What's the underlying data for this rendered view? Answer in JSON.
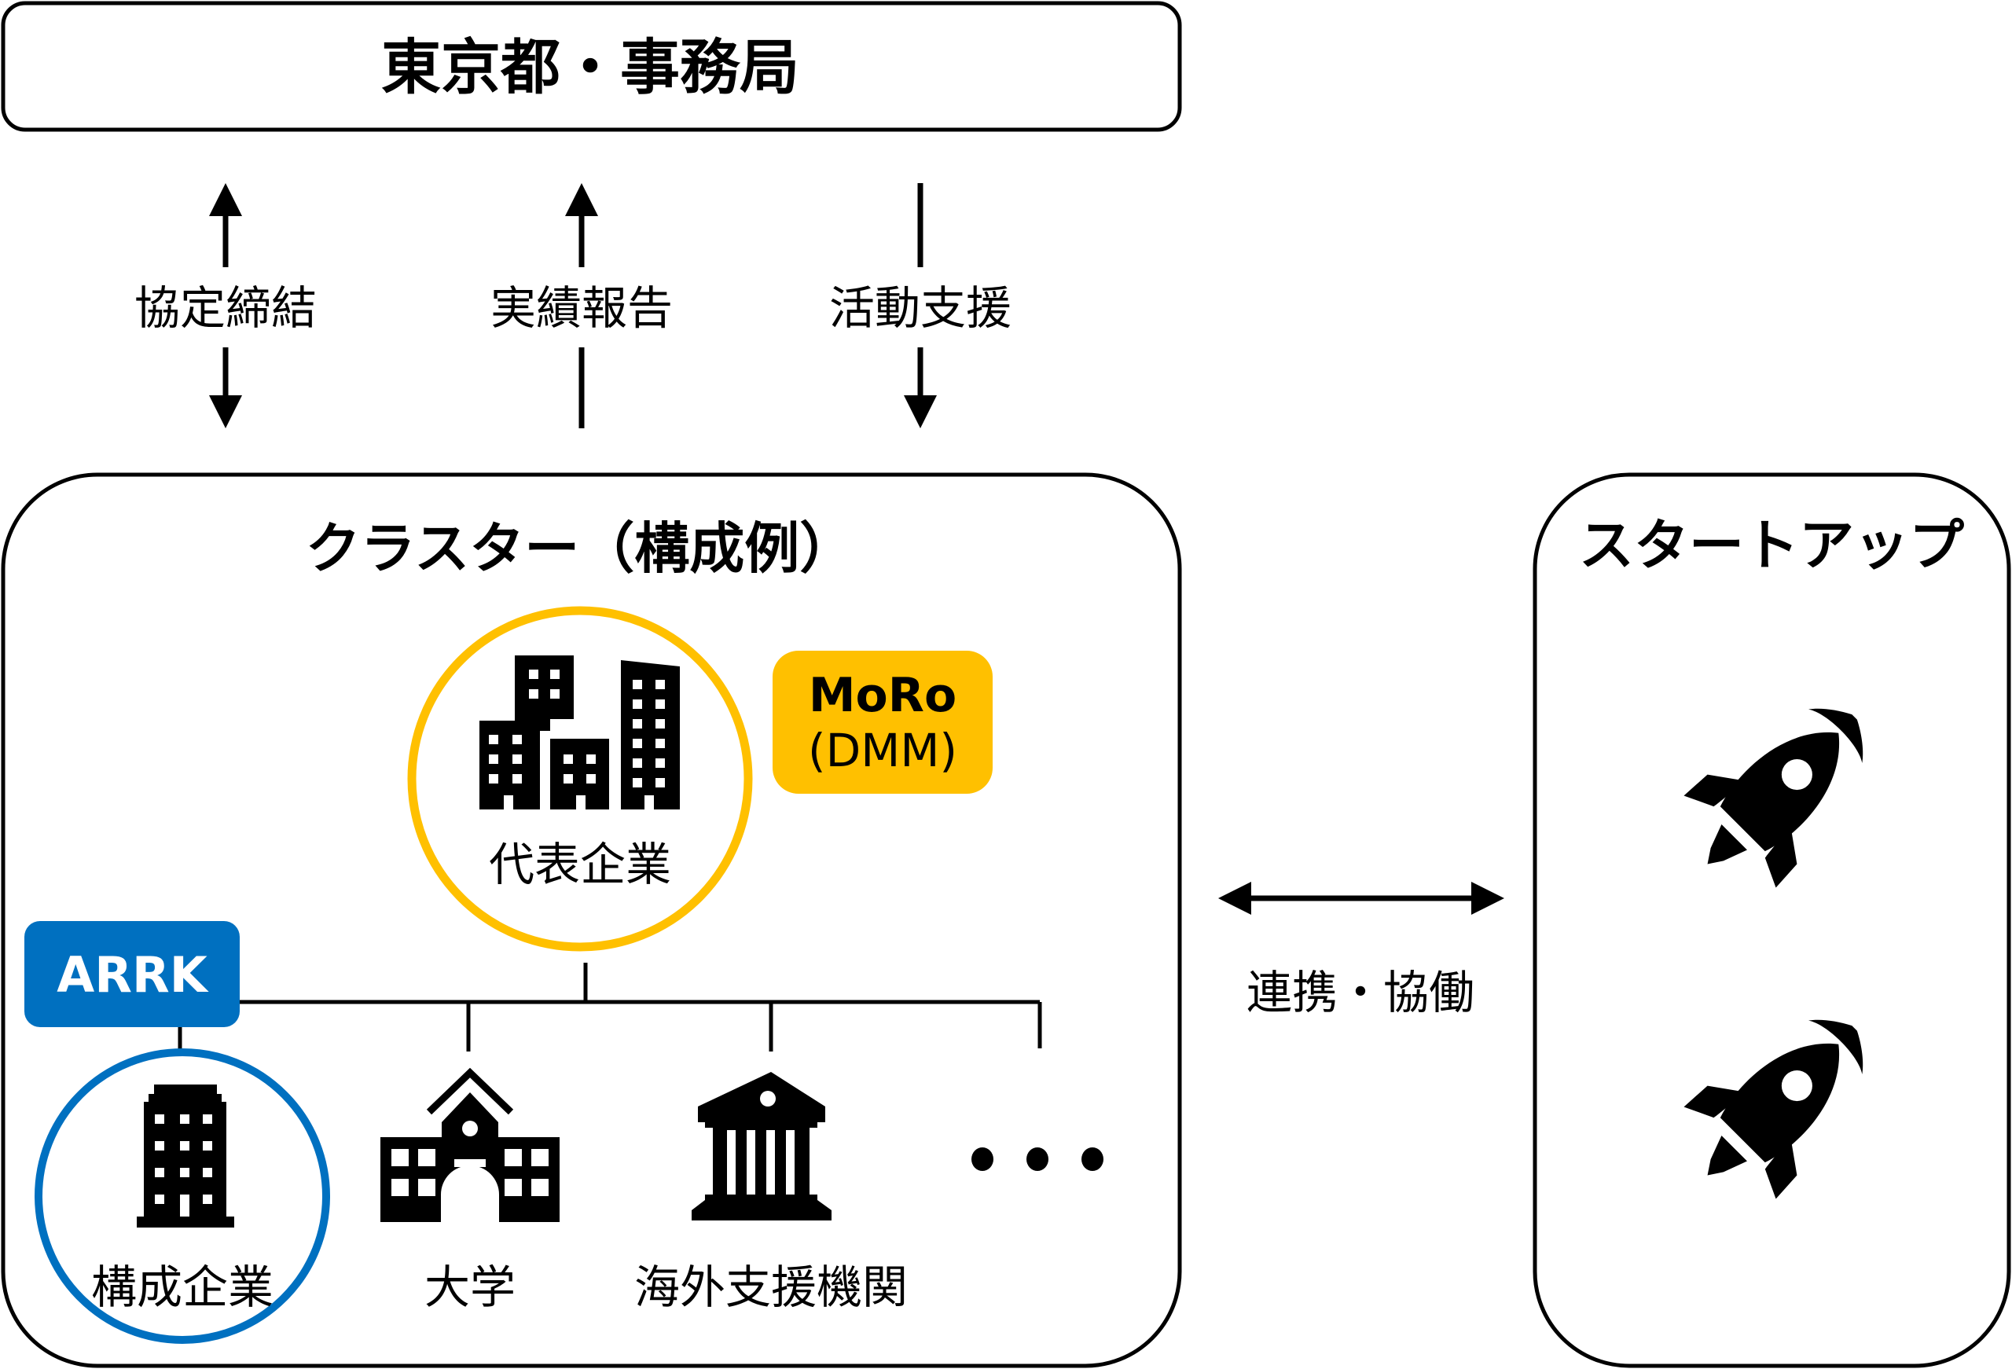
{
  "header": {
    "title": "東京都・事務局"
  },
  "relations": [
    {
      "label": "協定締結",
      "direction": "both"
    },
    {
      "label": "実績報告",
      "direction": "up"
    },
    {
      "label": "活動支援",
      "direction": "down"
    }
  ],
  "cluster": {
    "title": "クラスター（構成例）",
    "representative": {
      "label": "代表企業",
      "icon": "office-buildings-icon"
    },
    "moro_badge": {
      "name": "MoRo",
      "sub": "(DMM)"
    },
    "arrk_badge": {
      "name": "ARRK"
    },
    "members": [
      {
        "label": "構成企業",
        "icon": "office-building-icon"
      },
      {
        "label": "大学",
        "icon": "school-icon"
      },
      {
        "label": "海外支援機関",
        "icon": "institution-icon"
      },
      {
        "label": "",
        "icon": "ellipsis-icon"
      }
    ]
  },
  "link": {
    "label": "連携・協働"
  },
  "startup": {
    "title": "スタートアップ",
    "icons": [
      "rocket-icon",
      "rocket-icon"
    ]
  },
  "colors": {
    "yellow": "#FFC000",
    "blue": "#0070C0",
    "black": "#000000"
  }
}
